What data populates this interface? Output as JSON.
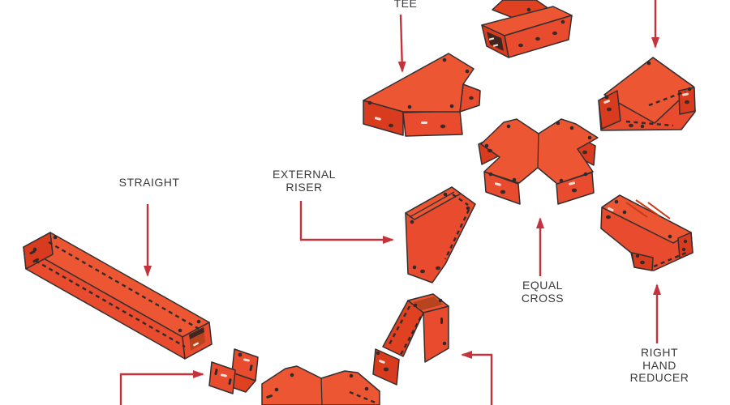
{
  "diagram": {
    "type": "isometric-parts-diagram",
    "labels": {
      "tee": {
        "text": "TEE"
      },
      "straight": {
        "text": "STRAIGHT"
      },
      "external_riser": {
        "text": "EXTERNAL\nRISER"
      },
      "equal_cross": {
        "text": "EQUAL\nCROSS"
      },
      "right_hand_reducer": {
        "text": "RIGHT HAND\nREDUCER"
      }
    },
    "colors": {
      "background": "#ffffff",
      "part_main": "#e84b2d",
      "part_top": "#ec5633",
      "part_side": "#e04120",
      "part_end": "#d93b1e",
      "outline": "#332f30",
      "detail": "#2f2a2c",
      "bolt_hole": "#3b2a26",
      "opening": "#40261f",
      "cavity": "#b8431f",
      "slot_highlight": "#f8ded4",
      "shading": "#c83a1a",
      "arrow": "#c4333c",
      "label_text": "#3a393b"
    }
  }
}
